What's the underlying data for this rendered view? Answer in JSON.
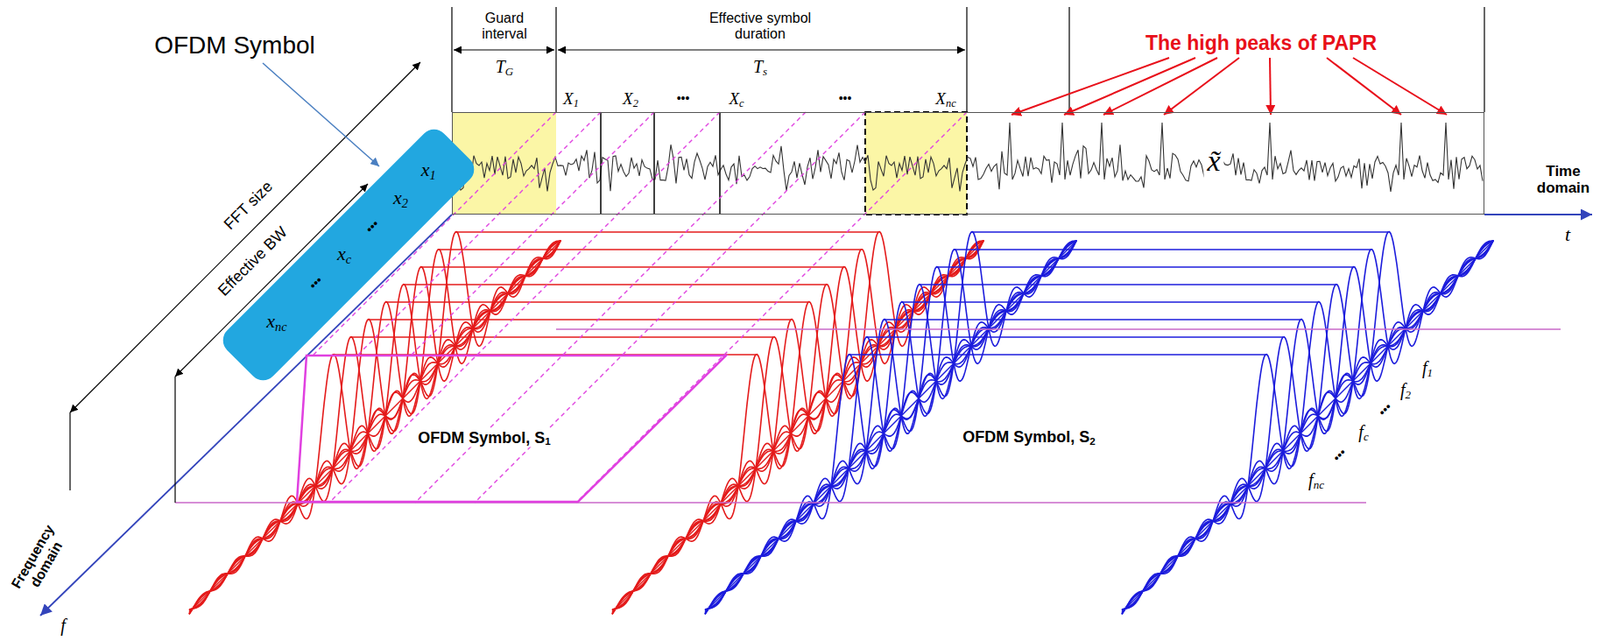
{
  "diagram": {
    "nodes": [
      {
        "text": [
          "x̃"
        ]
      },
      {
        "text": [
          "x1",
          "x2",
          "•••",
          "xc",
          "•••",
          "xnc"
        ]
      },
      {
        "text": [
          "OFDM Symbol, S1"
        ]
      }
    ],
    "labels": [
      "OFDM Symbol",
      "Guard interval",
      "TG",
      "Effective symbol duration",
      "Ts",
      "X1",
      "X2",
      "•••",
      "Xc",
      "•••",
      "Xnc",
      "The high peaks of PAPR",
      "Time domain",
      "t",
      "FFT size",
      "Effective BW",
      "OFDM Symbol, S2",
      "f1",
      "f2",
      "•••",
      "fc",
      "•••",
      "fnc",
      "Frequency domain",
      "f"
    ]
  }
}
